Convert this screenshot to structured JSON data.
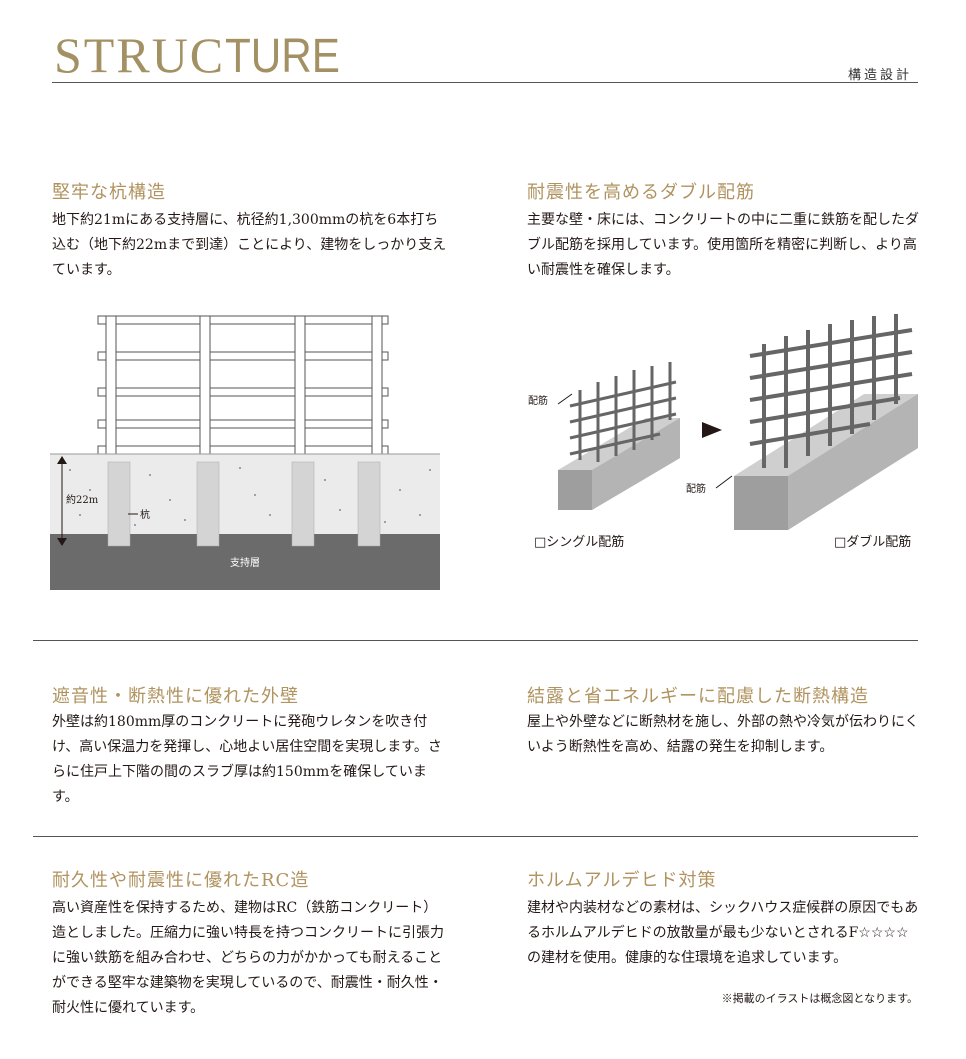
{
  "header": {
    "title_part1": "STRUC",
    "title_part2": "TURE",
    "subtitle": "構造設計"
  },
  "sections": [
    {
      "heading": "堅牢な杭構造",
      "body": "地下約21mにある支持層に、杭径約1,300mmの杭を6本打ち込む（地下約22mまで到達）ことにより、建物をしっかり支えています。"
    },
    {
      "heading": "耐震性を高めるダブル配筋",
      "body": "主要な壁・床には、コンクリートの中に二重に鉄筋を配したダブル配筋を採用しています。使用箇所を精密に判断し、より高い耐震性を確保します。"
    },
    {
      "heading": "遮音性・断熱性に優れた外壁",
      "body": "外壁は約180mm厚のコンクリートに発砲ウレタンを吹き付け、高い保温力を発揮し、心地よい居住空間を実現します。さらに住戸上下階の間のスラブ厚は約150mmを確保しています。"
    },
    {
      "heading": "結露と省エネルギーに配慮した断熱構造",
      "body": "屋上や外壁などに断熱材を施し、外部の熱や冷気が伝わりにくいよう断熱性を高め、結露の発生を抑制します。"
    },
    {
      "heading": "耐久性や耐震性に優れたRC造",
      "body": "高い資産性を保持するため、建物はRC（鉄筋コンクリート）造としました。圧縮力に強い特長を持つコンクリートに引張力に強い鉄筋を組み合わせ、どちらの力がかかっても耐えることができる堅牢な建築物を実現しているので、耐震性・耐久性・耐火性に優れています。"
    },
    {
      "heading": "ホルムアルデヒド対策",
      "body": "建材や内装材などの素材は、シックハウス症候群の原因でもあるホルムアルデヒドの放散量が最も少ないとされるF☆☆☆☆の建材を使用。健康的な住環境を追求しています。"
    }
  ],
  "pile_diagram": {
    "depth_label": "約22m",
    "pile_label": "杭",
    "layer_label": "支持層",
    "colors": {
      "ground": "#ebebeb",
      "bearing": "#6b6b6b",
      "pile": "#d4d4d4"
    }
  },
  "rebar_diagram": {
    "rebar_label": "配筋",
    "single_label": "□シングル配筋",
    "double_label": "□ダブル配筋",
    "arrow_icon": "arrow-right-icon"
  },
  "footnote": "※掲載のイラストは概念図となります。",
  "colors": {
    "accent": "#a39163",
    "heading": "#b0935f",
    "text": "#231815"
  }
}
